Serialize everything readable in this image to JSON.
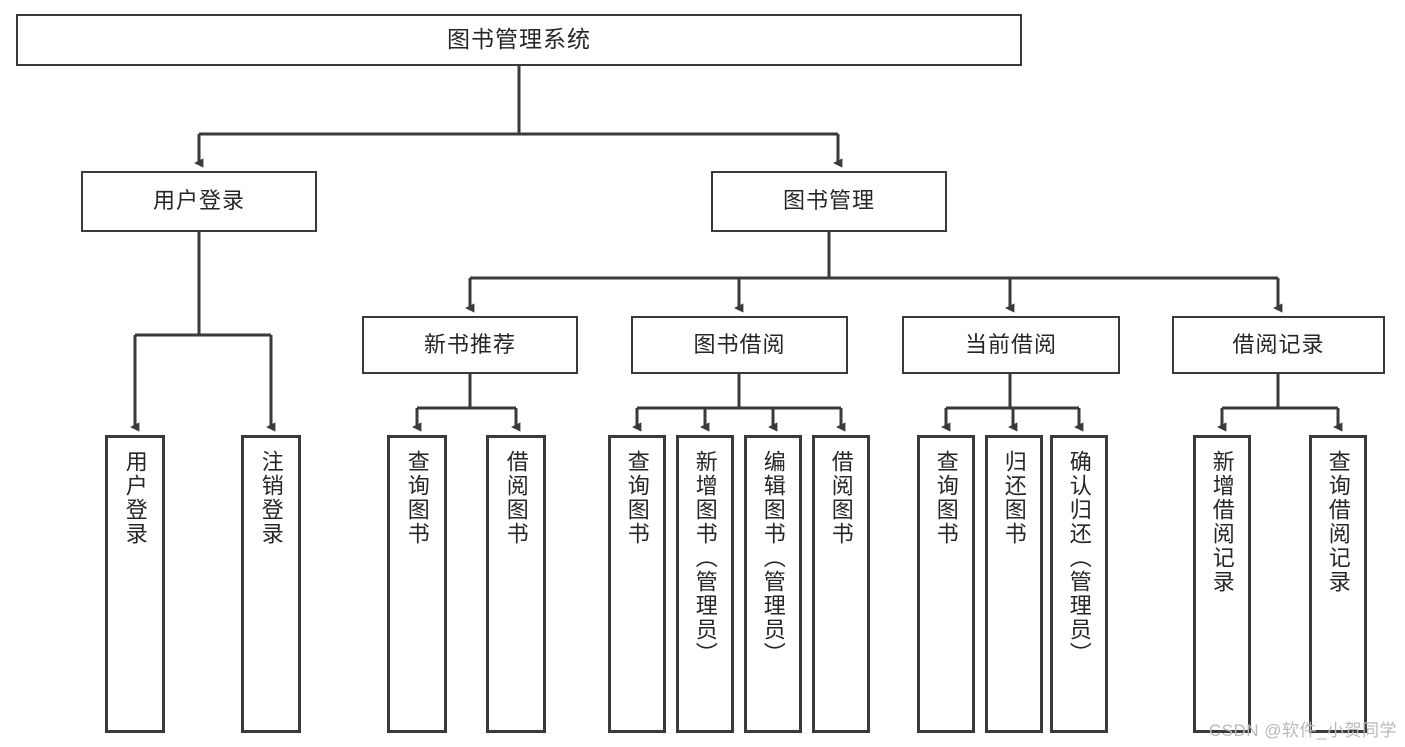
{
  "diagram": {
    "title": "图书管理系统",
    "watermark": "CSDN @软件_小贺同学",
    "stroke_color": "#3a3a3a",
    "text_color": "#262626",
    "background_color": "#ffffff",
    "watermark_color": "#b9b9b9"
  },
  "nodes": {
    "root": {
      "label": "图书管理系统"
    },
    "level2": [
      {
        "label": "用户登录"
      },
      {
        "label": "图书管理"
      }
    ],
    "level3": [
      {
        "label": "新书推荐"
      },
      {
        "label": "图书借阅"
      },
      {
        "label": "当前借阅"
      },
      {
        "label": "借阅记录"
      }
    ],
    "leaves": {
      "user_login": [
        {
          "label": "用户登录"
        },
        {
          "label": "注销登录"
        }
      ],
      "new_book_recommend": [
        {
          "label": "查询图书"
        },
        {
          "label": "借阅图书"
        }
      ],
      "book_borrow": [
        {
          "label": "查询图书"
        },
        {
          "label": "新增图书（管理员）"
        },
        {
          "label": "编辑图书（管理员）"
        },
        {
          "label": "借阅图书"
        }
      ],
      "current_borrow": [
        {
          "label": "查询图书"
        },
        {
          "label": "归还图书"
        },
        {
          "label": "确认归还（管理员）"
        }
      ],
      "borrow_record": [
        {
          "label": "新增借阅记录"
        },
        {
          "label": "查询借阅记录"
        }
      ]
    }
  }
}
